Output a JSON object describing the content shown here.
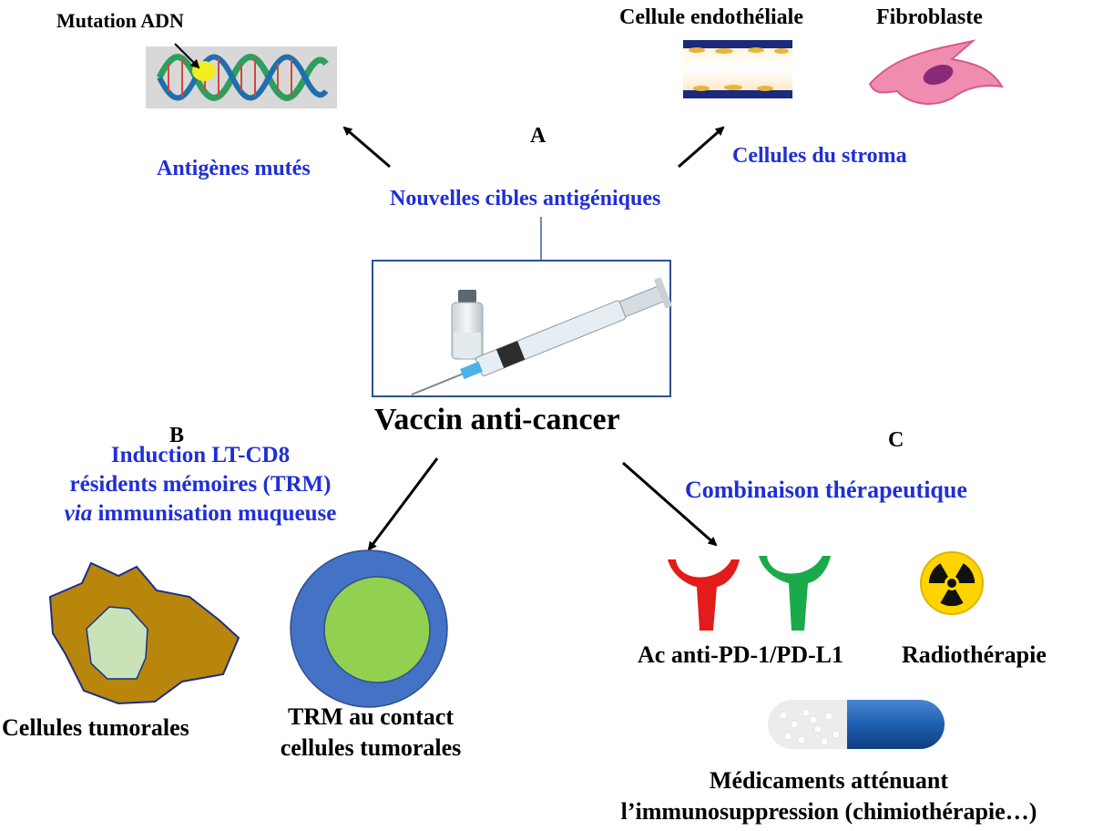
{
  "panel_a": {
    "letter": "A",
    "dna_label": "Mutation ADN",
    "endothelial_label": "Cellule endothéliale",
    "fibroblast_label": "Fibroblaste",
    "mutated_antigens": "Antigènes mutés",
    "stroma_cells": "Cellules du stroma",
    "new_targets": "Nouvelles cibles antigéniques"
  },
  "center": {
    "vaccine_label": "Vaccin anti-cancer"
  },
  "panel_b": {
    "letter": "B",
    "induction_line1": "Induction LT-CD8",
    "induction_line2": "résidents mémoires (TRM)",
    "induction_line3_italic": "via",
    "induction_line3_rest": " immunisation muqueuse",
    "tumor_cells": "Cellules tumorales",
    "trm_line1": "TRM au contact",
    "trm_line2": "cellules tumorales"
  },
  "panel_c": {
    "letter": "C",
    "combination": "Combinaison thérapeutique",
    "antibodies": "Ac anti-PD-1/PD-L1",
    "radiotherapy": "Radiothérapie",
    "drugs_line1": "Médicaments atténuant",
    "drugs_line2": "l’immunosuppression (chimiothérapie…)"
  },
  "colors": {
    "label_blue": "#1f2fd6",
    "tumor_brown": "#b8860b",
    "trm_blue": "#4472c4",
    "trm_green": "#92d050",
    "antibody_red": "#e31b1b",
    "antibody_green": "#1aaa4a",
    "radiation_yellow": "#ffd400",
    "capsule_blue": "#1d5fb0"
  },
  "icons": [
    "dna-helix-icon",
    "blood-vessel-icon",
    "fibroblast-icon",
    "vaccine-syringe-icon",
    "tumor-cell-icon",
    "trm-cell-icon",
    "antibody-red-icon",
    "antibody-green-icon",
    "radiation-icon",
    "capsule-icon"
  ]
}
